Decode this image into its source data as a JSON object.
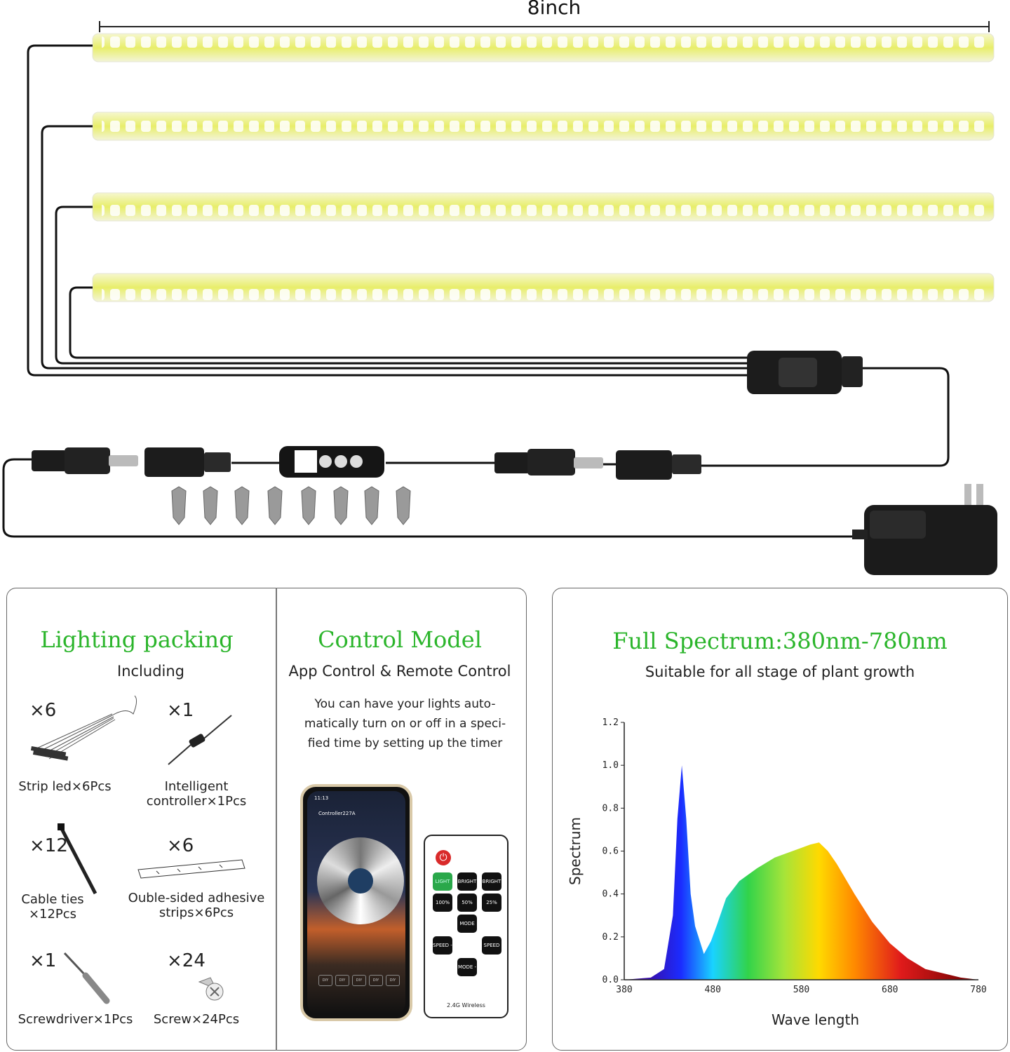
{
  "dimension_label": "8inch",
  "packing": {
    "title": "Lighting packing",
    "subtitle": "Including",
    "items": [
      {
        "qty": "×6",
        "label": "Strip led×6Pcs"
      },
      {
        "qty": "×1",
        "label": "Intelligent controller×1Pcs"
      },
      {
        "qty": "×12",
        "label": "Cable ties ×12Pcs"
      },
      {
        "qty": "×6",
        "label": "Ouble-sided adhesive strips×6Pcs"
      },
      {
        "qty": "×1",
        "label": "Screwdriver×1Pcs"
      },
      {
        "qty": "×24",
        "label": "Screw×24Pcs"
      }
    ]
  },
  "control": {
    "title": "Control Model",
    "subtitle": "App Control & Remote Control",
    "description_lines": [
      "You can have your lights auto-",
      "matically turn on or off in a speci-",
      "fied time by setting up the timer"
    ],
    "phone": {
      "time": "11:13",
      "app_title": "Controller227A"
    },
    "remote": {
      "keys": [
        "LIGHT",
        "BRIGHT +",
        "BRIGHT -",
        "100%",
        "50%",
        "25%",
        "MODE +",
        "SPEED -",
        "SPEED +",
        "MODE -"
      ],
      "footer": "2.4G Wireless"
    }
  },
  "spectrum": {
    "title": "Full Spectrum:380nm-780nm",
    "subtitle": "Suitable for all stage of plant growth"
  },
  "chart_data": {
    "type": "area",
    "title": "",
    "xlabel": "Wave length",
    "ylabel": "Spectrum",
    "xlim": [
      380,
      780
    ],
    "ylim": [
      0,
      1.2
    ],
    "x_ticks": [
      "380",
      "480",
      "580",
      "680",
      "780"
    ],
    "y_ticks": [
      "0.0",
      "0.2",
      "0.4",
      "0.6",
      "0.8",
      "1.0",
      "1.2"
    ],
    "x": [
      380,
      410,
      425,
      435,
      440,
      445,
      450,
      455,
      460,
      470,
      478,
      485,
      495,
      510,
      530,
      550,
      570,
      590,
      600,
      610,
      620,
      640,
      660,
      680,
      700,
      720,
      740,
      760,
      780
    ],
    "y": [
      0.0,
      0.01,
      0.05,
      0.3,
      0.75,
      1.0,
      0.75,
      0.4,
      0.25,
      0.12,
      0.18,
      0.26,
      0.38,
      0.46,
      0.52,
      0.57,
      0.6,
      0.63,
      0.64,
      0.6,
      0.54,
      0.4,
      0.27,
      0.17,
      0.1,
      0.05,
      0.03,
      0.01,
      0.0
    ],
    "grid": false,
    "fill": "rainbow gradient (violet to red)"
  }
}
